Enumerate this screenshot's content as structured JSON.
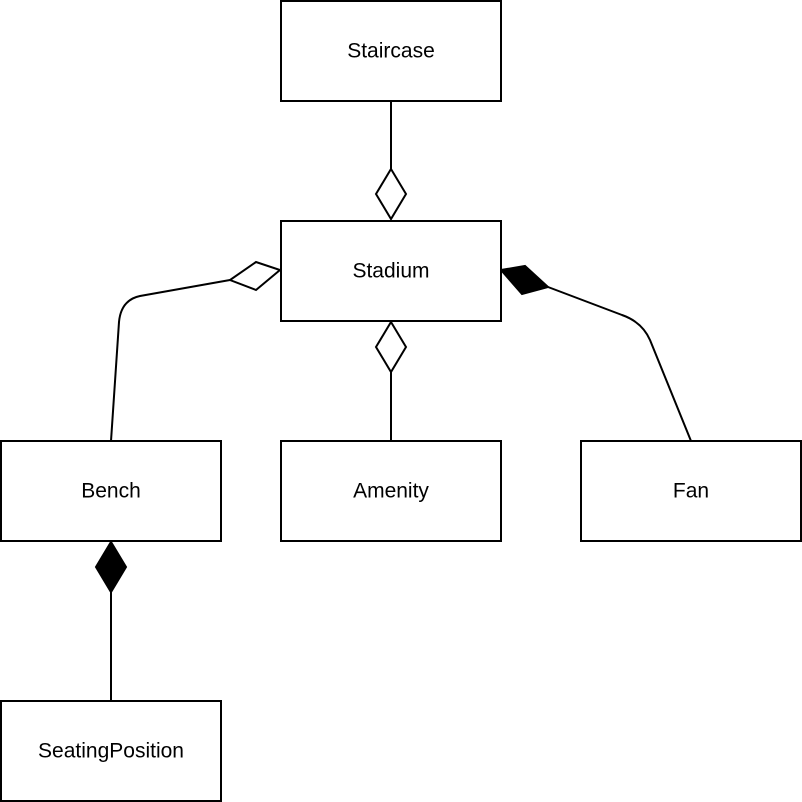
{
  "diagram": {
    "nodes": {
      "staircase": "Staircase",
      "stadium": "Stadium",
      "bench": "Bench",
      "amenity": "Amenity",
      "fan": "Fan",
      "seating_position": "SeatingPosition"
    },
    "relationships": [
      {
        "from": "Staircase",
        "to": "Stadium",
        "type": "aggregation"
      },
      {
        "from": "Bench",
        "to": "Stadium",
        "type": "aggregation"
      },
      {
        "from": "Amenity",
        "to": "Stadium",
        "type": "aggregation"
      },
      {
        "from": "Fan",
        "to": "Stadium",
        "type": "composition"
      },
      {
        "from": "SeatingPosition",
        "to": "Bench",
        "type": "composition"
      }
    ],
    "colors": {
      "stroke": "#000000",
      "background": "#ffffff"
    }
  }
}
